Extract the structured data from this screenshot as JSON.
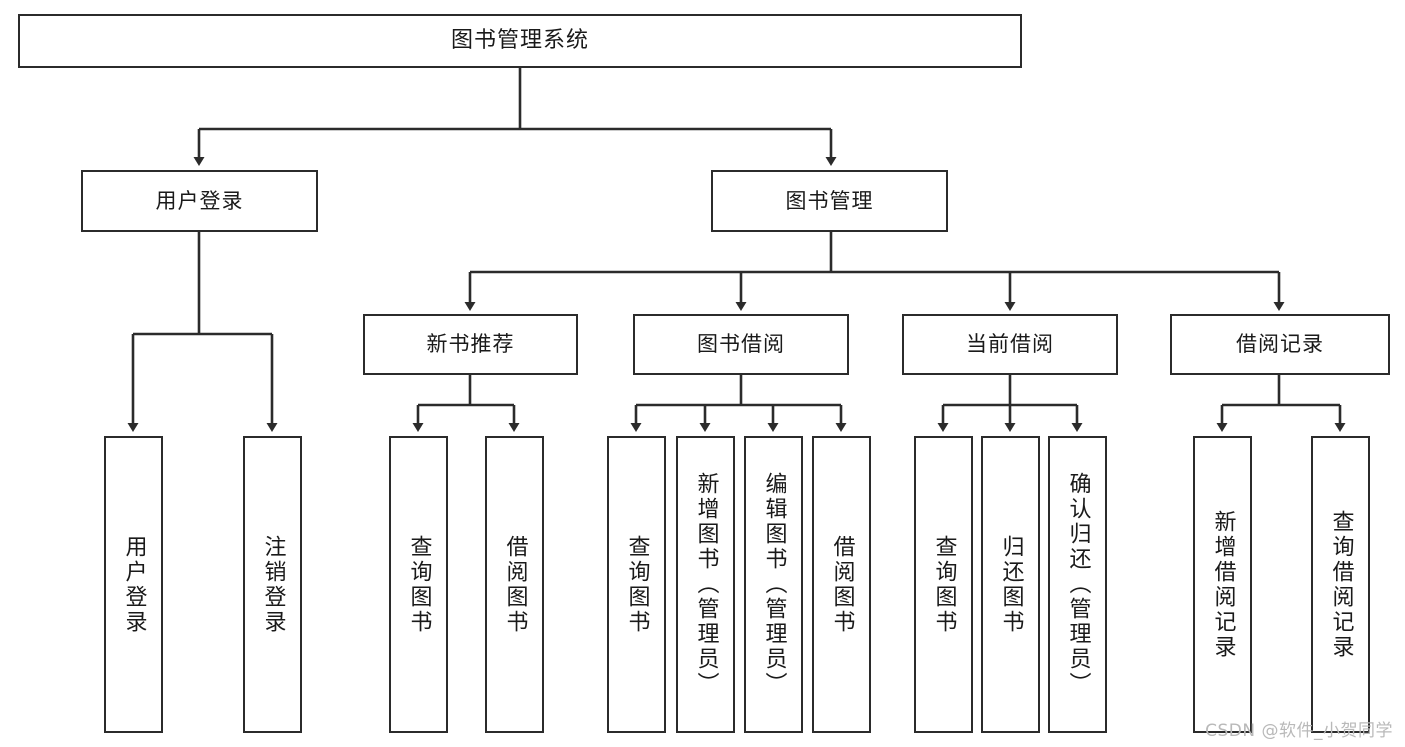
{
  "diagram": {
    "title": "图书管理系统",
    "type": "tree",
    "watermark": "CSDN @软件_小贺同学",
    "line_color": "#2b2b2b",
    "box_fill": "#ffffff",
    "text_color": "#1a1a1a",
    "nodes": {
      "root": {
        "label": "图书管理系统"
      },
      "level2": [
        {
          "label": "用户登录"
        },
        {
          "label": "图书管理"
        }
      ],
      "level3": [
        {
          "label": "新书推荐"
        },
        {
          "label": "图书借阅"
        },
        {
          "label": "当前借阅"
        },
        {
          "label": "借阅记录"
        }
      ],
      "leaves": {
        "user_login": [
          {
            "label": "用户登录"
          },
          {
            "label": "注销登录"
          }
        ],
        "new_book_recommend": [
          {
            "label": "查询图书"
          },
          {
            "label": "借阅图书"
          }
        ],
        "book_borrow": [
          {
            "label": "查询图书"
          },
          {
            "label": "新增图书（管理员）"
          },
          {
            "label": "编辑图书（管理员）"
          },
          {
            "label": "借阅图书"
          }
        ],
        "current_borrow": [
          {
            "label": "查询图书"
          },
          {
            "label": "归还图书"
          },
          {
            "label": "确认归还（管理员）"
          }
        ],
        "borrow_record": [
          {
            "label": "新增借阅记录"
          },
          {
            "label": "查询借阅记录"
          }
        ]
      }
    }
  }
}
